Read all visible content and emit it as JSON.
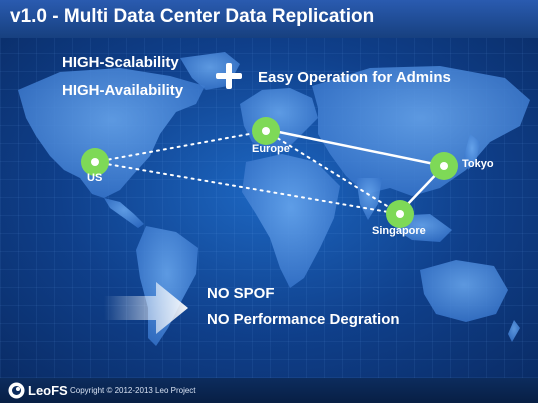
{
  "title": "v1.0 - Multi Data Center Data Replication",
  "features": {
    "scalability": "HIGH-Scalability",
    "availability": "HIGH-Availability",
    "operation": "Easy Operation for Admins"
  },
  "cities": {
    "us": "US",
    "europe": "Europe",
    "tokyo": "Tokyo",
    "singapore": "Singapore"
  },
  "benefits": {
    "no_spof": "NO SPOF",
    "no_degradation": "NO Performance Degration"
  },
  "footer": {
    "logo": "LeoFS",
    "copyright": "Copyright © 2012-2013 Leo Project"
  },
  "colors": {
    "node": "#7ed957",
    "link": "#ffffff",
    "title_bar": "#2a5bb0",
    "continent": "#4f8fe0"
  }
}
